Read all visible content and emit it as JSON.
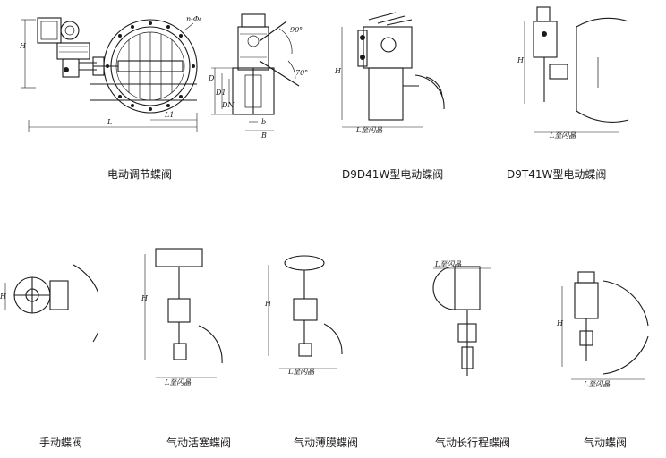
{
  "captions": {
    "electric_regulating": "电动调节蝶阀",
    "d9d41w": "D9D41W型电动蝶阀",
    "d9t41w": "D9T41W型电动蝶阀",
    "manual": "手动蝶阀",
    "pneumatic_piston": "气动活塞蝶阀",
    "pneumatic_diaphragm": "气动薄膜蝶阀",
    "pneumatic_long_stroke": "气动长行程蝶阀",
    "pneumatic": "气动蝶阀"
  },
  "dimension_labels": {
    "h": "H",
    "l": "L",
    "l1": "L1",
    "n_phi_d": "n-Φd",
    "d": "D",
    "d1": "D1",
    "dn": "DN",
    "b": "b",
    "b_upper": "B",
    "angle_90": "90°",
    "angle_70": "70°",
    "l_open_state": "L至闪晶"
  }
}
